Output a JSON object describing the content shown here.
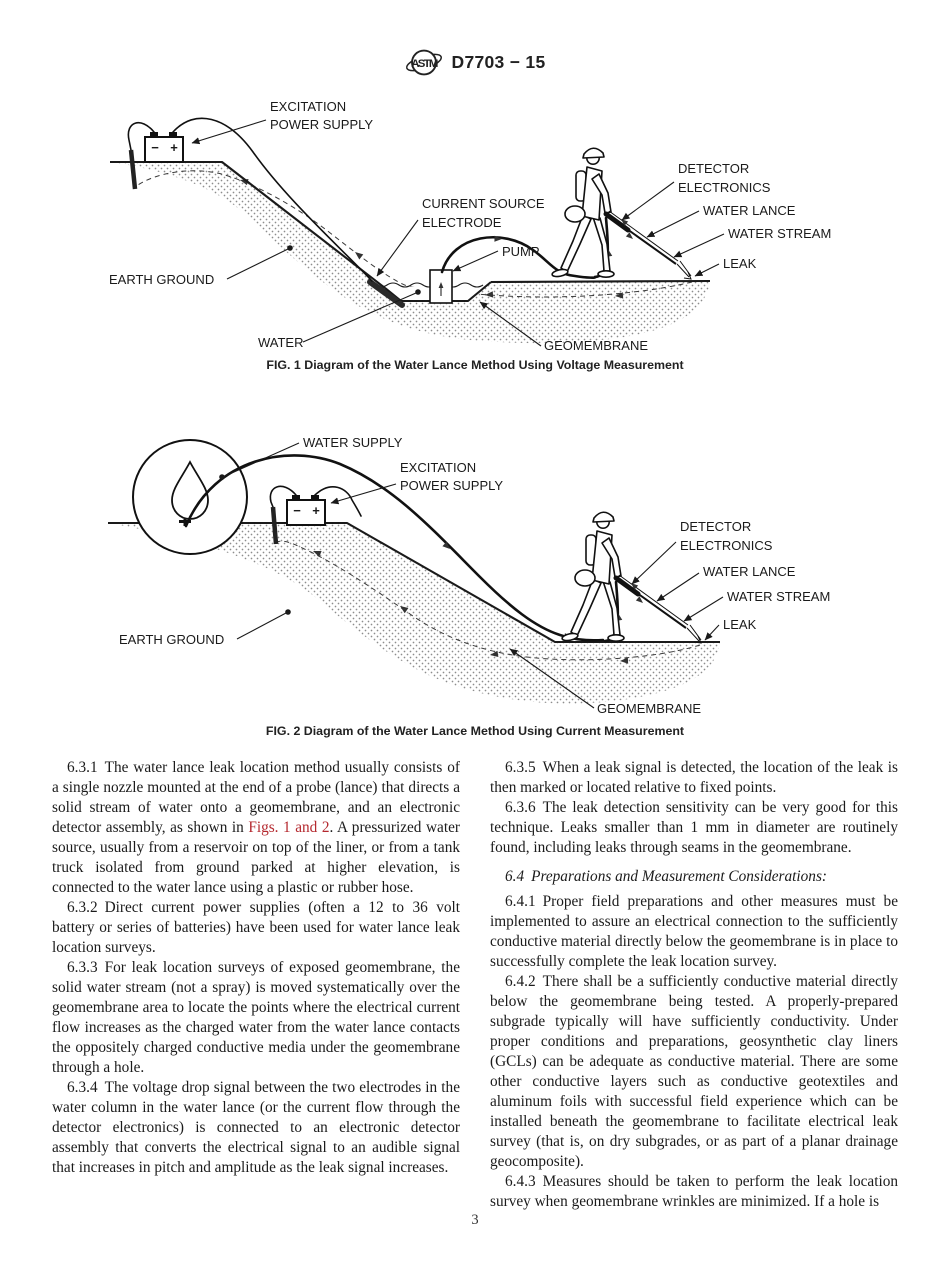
{
  "header": {
    "logo": "astm-logo",
    "code": "D7703 − 15"
  },
  "diagram_symbols": {
    "minus": "−",
    "plus": "+"
  },
  "figures": [
    {
      "caption": "FIG. 1 Diagram of the Water Lance Method Using Voltage Measurement",
      "labels": {
        "excitation1": "EXCITATION",
        "excitation2": "POWER SUPPLY",
        "current_source1": "CURRENT SOURCE",
        "current_source2": "ELECTRODE",
        "pump": "PUMP",
        "detector1": "DETECTOR",
        "detector2": "ELECTRONICS",
        "water_lance": "WATER LANCE",
        "water_stream": "WATER STREAM",
        "leak": "LEAK",
        "earth_ground": "EARTH GROUND",
        "water": "WATER",
        "geomembrane": "GEOMEMBRANE"
      }
    },
    {
      "caption": "FIG. 2 Diagram of the Water Lance Method Using Current Measurement",
      "labels": {
        "water_supply": "WATER SUPPLY",
        "excitation1": "EXCITATION",
        "excitation2": "POWER SUPPLY",
        "earth_ground": "EARTH GROUND",
        "detector1": "DETECTOR",
        "detector2": "ELECTRONICS",
        "water_lance": "WATER LANCE",
        "water_stream": "WATER STREAM",
        "leak": "LEAK",
        "geomembrane": "GEOMEMBRANE"
      }
    }
  ],
  "content": {
    "left": [
      {
        "num": "6.3.1",
        "pre": "The water lance leak location method usually consists of a single nozzle mounted at the end of a probe (lance) that directs a solid stream of water onto a geomembrane, and an electronic detector assembly, as shown in ",
        "link": "Figs. 1 and 2",
        "post": ". A pressurized water source, usually from a reservoir on top of the liner, or from a tank truck isolated from ground parked at higher elevation, is connected to the water lance using a plastic or rubber hose."
      },
      {
        "num": "6.3.2",
        "text": "Direct current power supplies (often a 12 to 36 volt battery or series of batteries) have been used for water lance leak location surveys."
      },
      {
        "num": "6.3.3",
        "text": "For leak location surveys of exposed geomembrane, the solid water stream (not a spray) is moved systematically over the geomembrane area to locate the points where the electrical current flow increases as the charged water from the water lance contacts the oppositely charged conductive media under the geomembrane through a hole."
      },
      {
        "num": "6.3.4",
        "text": "The voltage drop signal between the two electrodes in the water column in the water lance (or the current flow through the detector electronics) is connected to an electronic detector assembly that converts the electrical signal to an audible signal that increases in pitch and amplitude as the leak signal increases."
      }
    ],
    "right": [
      {
        "num": "6.3.5",
        "text": "When a leak signal is detected, the location of the leak is then marked or located relative to fixed points."
      },
      {
        "num": "6.3.6",
        "text": "The leak detection sensitivity can be very good for this technique. Leaks smaller than 1 mm in diameter are routinely found, including leaks through seams in the geomembrane."
      },
      {
        "num": "6.4",
        "heading": "Preparations and Measurement Considerations:"
      },
      {
        "num": "6.4.1",
        "text": "Proper field preparations and other measures must be implemented to assure an electrical connection to the sufficiently conductive material directly below the geomembrane is in place to successfully complete the leak location survey."
      },
      {
        "num": "6.4.2",
        "text": "There shall be a sufficiently conductive material directly below the geomembrane being tested. A properly-prepared subgrade typically will have sufficiently conductivity. Under proper conditions and preparations, geosynthetic clay liners (GCLs) can be adequate as conductive material. There are some other conductive layers such as conductive geotextiles and aluminum foils with successful field experience which can be installed beneath the geomembrane to facilitate electrical leak survey (that is, on dry subgrades, or as part of a planar drainage geocomposite)."
      },
      {
        "num": "6.4.3",
        "text": "Measures should be taken to perform the leak location survey when geomembrane wrinkles are minimized. If a hole is"
      }
    ]
  },
  "footer": {
    "page_number": "3"
  },
  "colors": {
    "accent_red": "#b4282e",
    "ink": "#1b1b1b"
  }
}
